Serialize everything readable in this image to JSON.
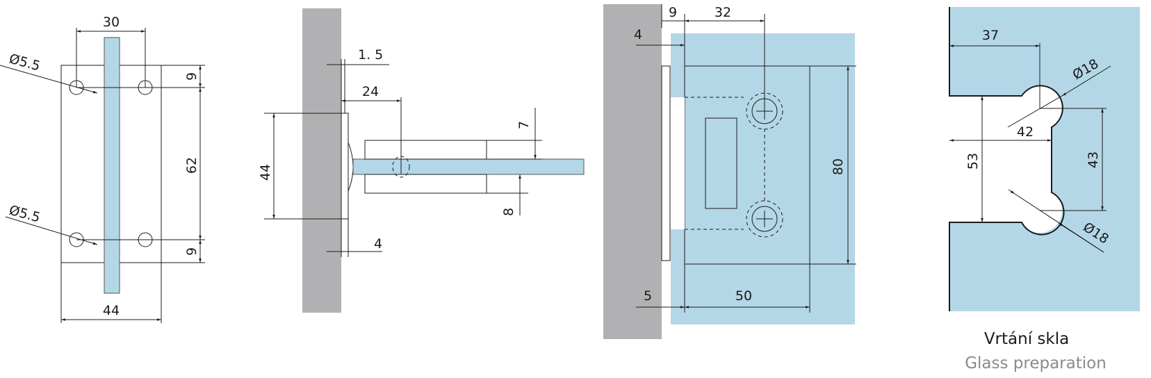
{
  "colors": {
    "glass": "#b4d7e8",
    "wall": "#b1b1b3",
    "line": "#1a1a1a",
    "caption_secondary": "#8a8a8a"
  },
  "view_plate": {
    "dim_hole_spacing": "30",
    "dim_hole_dia_top": "Ø5.5",
    "dim_hole_dia_bottom": "Ø5.5",
    "dim_top_offset": "9",
    "dim_hole_vertical": "62",
    "dim_bottom_offset": "9",
    "dim_width": "44"
  },
  "view_side": {
    "dim_gap": "1. 5",
    "dim_depth": "24",
    "dim_top_clamp": "7",
    "dim_bottom_clamp": "8",
    "dim_height": "44",
    "dim_plate": "4"
  },
  "view_front": {
    "dim_offset_9": "9",
    "dim_hole_x": "32",
    "dim_offset_4": "4",
    "dim_height": "80",
    "dim_offset_5": "5",
    "dim_width": "50"
  },
  "view_glass": {
    "dim_37": "37",
    "dim_dia_top": "Ø18",
    "dim_42": "42",
    "dim_53": "53",
    "dim_43": "43",
    "dim_dia_bottom": "Ø18",
    "caption_cz": "Vrtání skla",
    "caption_en": "Glass preparation"
  }
}
